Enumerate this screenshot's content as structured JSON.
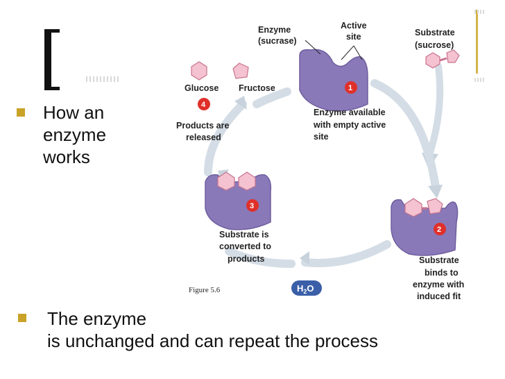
{
  "bullets": [
    {
      "lines": [
        "How an",
        "enzyme",
        "works"
      ]
    },
    {
      "lines": [
        "The enzyme",
        "is unchanged and can repeat the process"
      ]
    }
  ],
  "diagram": {
    "labels": {
      "enzyme": [
        "Enzyme",
        "(sucrase)"
      ],
      "active_site": [
        "Active",
        "site"
      ],
      "substrate": [
        "Substrate",
        "(sucrose)"
      ],
      "glucose": "Glucose",
      "fructose": "Fructose",
      "products_released": [
        "Products are",
        "released"
      ],
      "enzyme_available": [
        "Enzyme available",
        "with empty active",
        "site"
      ],
      "substrate_converted": [
        "Substrate is",
        "converted to",
        "products"
      ],
      "substrate_binds": [
        "Substrate",
        "binds to",
        "enzyme with",
        "induced fit"
      ],
      "water": "H",
      "water_sub": "2",
      "water_o": "O",
      "figure": "Figure 5.6"
    },
    "steps": [
      "1",
      "2",
      "3",
      "4"
    ],
    "colors": {
      "enzyme": "#8a79b8",
      "enzyme_dark": "#6f5e9e",
      "substrate": "#f4c2d0",
      "substrate_stroke": "#c8738f",
      "step_badge": "#e0302a",
      "arrow": "#d4dde6",
      "water_badge": "#3a5fa8",
      "bullet": "#c9a227"
    }
  }
}
